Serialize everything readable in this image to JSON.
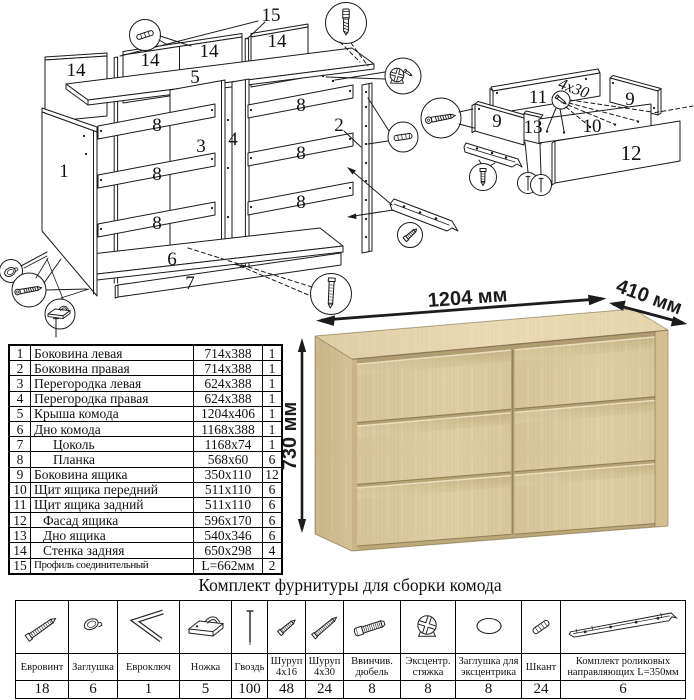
{
  "document": {
    "type": "furniture assembly instruction",
    "background": "#ffffff"
  },
  "diagram": {
    "part_labels": {
      "p1": "1",
      "p2": "2",
      "p3": "3",
      "p4": "4",
      "p5": "5",
      "p6": "6",
      "p7": "7",
      "p8": "8",
      "p9": "9",
      "p10": "10",
      "p11": "11",
      "p12": "12",
      "p13": "13",
      "p14": "14",
      "p15": "15",
      "screw_spec": "4x30"
    }
  },
  "dimensions": {
    "width": "1204 мм",
    "depth": "410 мм",
    "height": "730 мм"
  },
  "parts_table": {
    "rows": [
      {
        "num": "1",
        "name": "Боковина левая",
        "size": "714x388",
        "qty": "1"
      },
      {
        "num": "2",
        "name": "Боковина правая",
        "size": "714x388",
        "qty": "1"
      },
      {
        "num": "3",
        "name": "Перегородка левая",
        "size": "624x388",
        "qty": "1"
      },
      {
        "num": "4",
        "name": "Перегородка правая",
        "size": "624x388",
        "qty": "1"
      },
      {
        "num": "5",
        "name": "Крыша комода",
        "size": "1204x406",
        "qty": "1"
      },
      {
        "num": "6",
        "name": "Дно комода",
        "size": "1168x388",
        "qty": "1"
      },
      {
        "num": "7",
        "name": "Цоколь",
        "size": "1168x74",
        "qty": "1"
      },
      {
        "num": "8",
        "name": "Планка",
        "size": "568x60",
        "qty": "6"
      },
      {
        "num": "9",
        "name": "Боковина ящика",
        "size": "350x110",
        "qty": "12"
      },
      {
        "num": "10",
        "name": "Щит ящика передний",
        "size": "511x110",
        "qty": "6"
      },
      {
        "num": "11",
        "name": "Щит ящика задний",
        "size": "511x110",
        "qty": "6"
      },
      {
        "num": "12",
        "name": "Фасад ящика",
        "size": "596x170",
        "qty": "6"
      },
      {
        "num": "13",
        "name": "Дно ящика",
        "size": "540x346",
        "qty": "6"
      },
      {
        "num": "14",
        "name": "Стенка задняя",
        "size": "650x298",
        "qty": "4"
      },
      {
        "num": "15",
        "name": "Профиль соединительный",
        "size": "L=662мм",
        "qty": "2"
      }
    ]
  },
  "hardware": {
    "title": "Комплект фурнитуры для сборки комода",
    "items": [
      {
        "name": "Евровинт",
        "qty": "18",
        "icon": "euro-screw"
      },
      {
        "name": "Заглушка",
        "qty": "6",
        "icon": "cap"
      },
      {
        "name": "Евроключ",
        "qty": "1",
        "icon": "hex-key"
      },
      {
        "name": "Ножка",
        "qty": "5",
        "icon": "foot"
      },
      {
        "name": "Гвоздь",
        "qty": "100",
        "icon": "nail"
      },
      {
        "name": "Шуруп 4х16",
        "qty": "48",
        "icon": "screw-small"
      },
      {
        "name": "Шуруп 4х30",
        "qty": "24",
        "icon": "screw-large"
      },
      {
        "name": "Ввинчив. дюбель",
        "qty": "8",
        "icon": "threaded-dowel"
      },
      {
        "name": "Эксцентр. стяжка",
        "qty": "8",
        "icon": "cam-lock"
      },
      {
        "name": "Заглушка для эксцентрика",
        "qty": "8",
        "icon": "cam-cap"
      },
      {
        "name": "Шкант",
        "qty": "24",
        "icon": "wooden-dowel"
      },
      {
        "name": "Комплект роликовых направляющих L=350мм",
        "qty": "6",
        "icon": "drawer-slide"
      }
    ]
  },
  "colors": {
    "line": "#1a1a1a",
    "wood": "#ddcaa2",
    "wood_light": "#ecdebb",
    "wood_dark": "#c5af82",
    "wood_shadow": "#a28c64"
  }
}
